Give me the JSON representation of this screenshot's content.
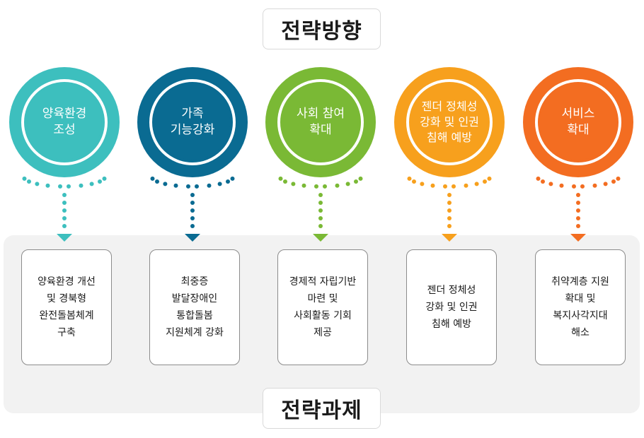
{
  "header": {
    "title": "전략방향"
  },
  "footer": {
    "title": "전략과제"
  },
  "columns": [
    {
      "direction": "양육환경\n조성",
      "task": "양육환경 개선\n및 경북형\n완전돌봄체계\n구축",
      "color": "#3dbfbe"
    },
    {
      "direction": "가족\n기능강화",
      "task": "최중증\n발달장애인\n통합돌봄\n지원체계 강화",
      "color": "#0a6b92"
    },
    {
      "direction": "사회 참여\n확대",
      "task": "경제적 자립기반\n마련 및\n사회활동 기회\n제공",
      "color": "#7ab935"
    },
    {
      "direction": "젠더 정체성\n강화 및 인권\n침해 예방",
      "task": "젠더 정체성\n강화 및 인권\n침해 예방",
      "color": "#f7a01d"
    },
    {
      "direction": "서비스\n확대",
      "task": "취약계층 지원\n확대 및\n복지사각지대\n해소",
      "color": "#f36d21"
    }
  ]
}
